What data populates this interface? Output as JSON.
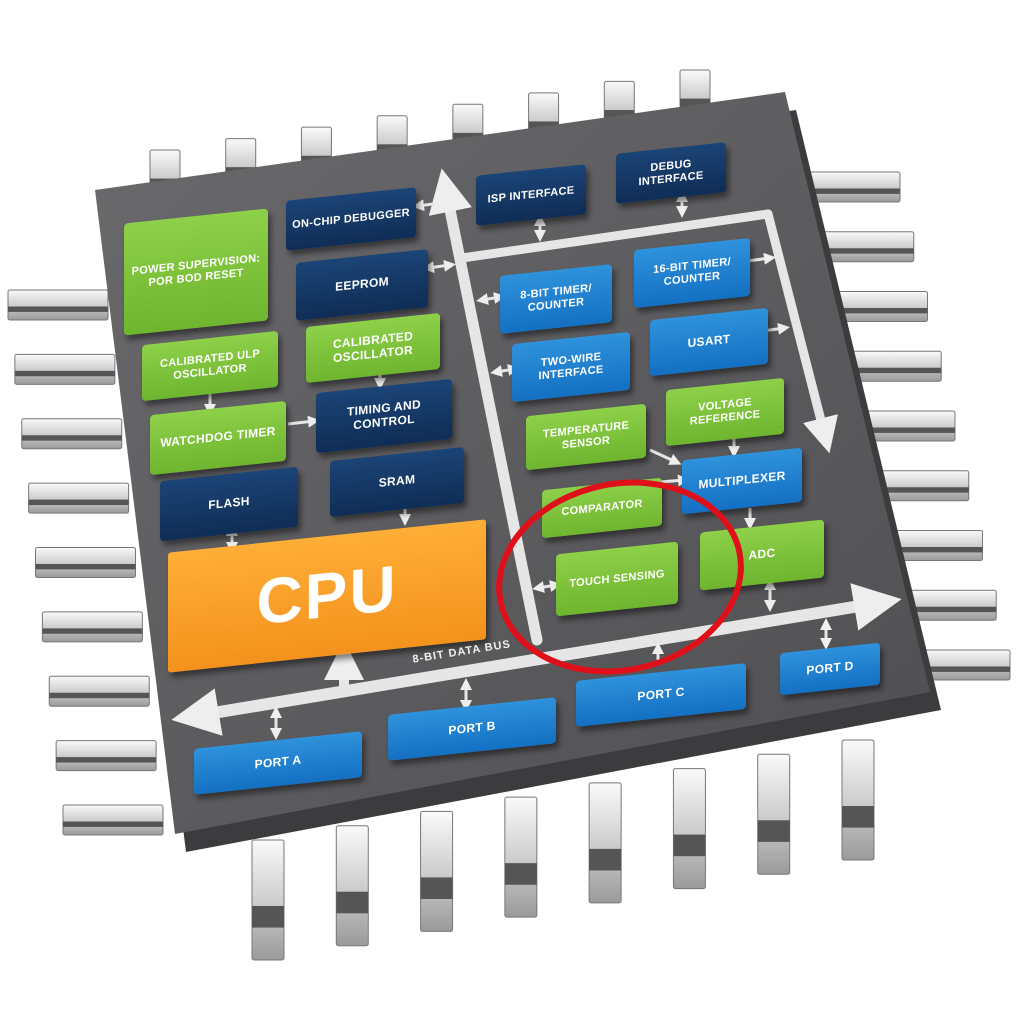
{
  "blocks": {
    "power": "POWER SUPERVISION: POR BOD RESET",
    "calibrated_ulp": "CALIBRATED ULP OSCILLATOR",
    "watchdog": "WATCHDOG TIMER",
    "flash": "FLASH",
    "cpu": "CPU",
    "on_chip_debugger": "ON-CHIP DEBUGGER",
    "eeprom": "EEPROM",
    "calibrated_osc": "CALIBRATED OSCILLATOR",
    "timing_control": "TIMING AND CONTROL",
    "sram": "SRAM",
    "isp": "ISP INTERFACE",
    "debug": "DEBUG INTERFACE",
    "timer8": "8-BIT TIMER/ COUNTER",
    "timer16": "16-BIT TIMER/ COUNTER",
    "two_wire": "TWO-WIRE INTERFACE",
    "usart": "USART",
    "temperature": "TEMPERATURE SENSOR",
    "voltage_ref": "VOLTAGE REFERENCE",
    "multiplexer": "MULTIPLEXER",
    "comparator": "COMPARATOR",
    "touch": "TOUCH SENSING",
    "adc": "ADC",
    "port_a": "PORT A",
    "port_b": "PORT B",
    "port_c": "PORT C",
    "port_d": "PORT D"
  },
  "bus_label": "8-BIT DATA BUS",
  "colors": {
    "chip": "#5a5a5d",
    "green": "#7cc242",
    "navy": "#163b6b",
    "blue": "#1a7fd0",
    "cpu": "#f7a12a",
    "highlight": "#e0101b"
  }
}
